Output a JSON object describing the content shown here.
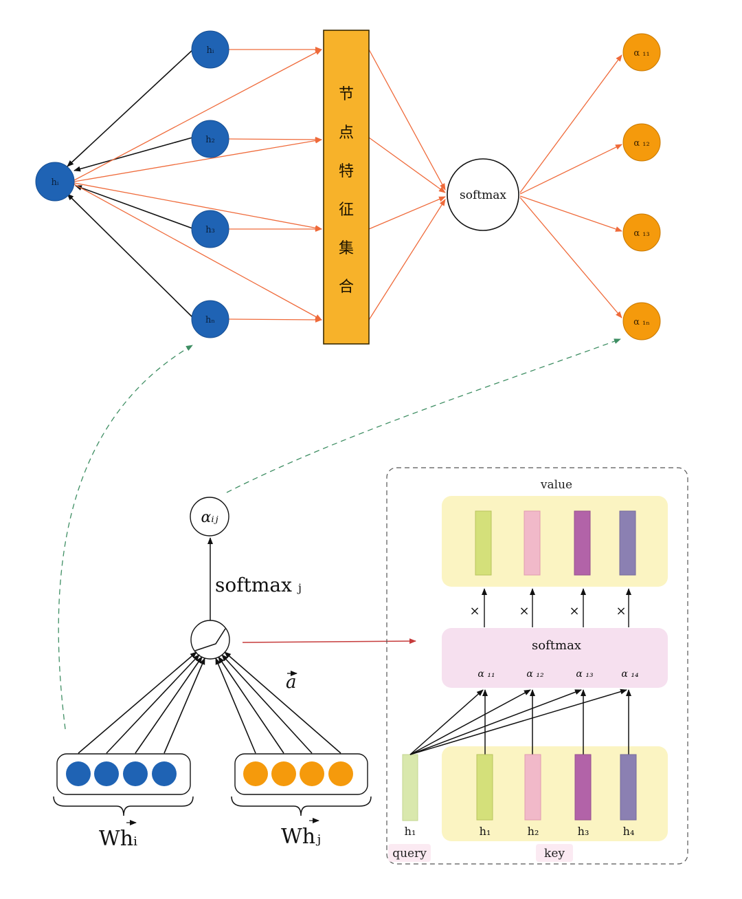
{
  "top": {
    "center_node": "hᵢ",
    "neighbors": [
      "hᵢ",
      "h₂",
      "h₃",
      "hₙ"
    ],
    "feature_box_label": [
      "节",
      "点",
      "特",
      "征",
      "集",
      "合"
    ],
    "softmax_label": "softmax",
    "outputs": [
      "α ₁₁",
      "α ₁₂",
      "α ₁₃",
      "α ₁ₙ"
    ]
  },
  "bottom_left": {
    "alpha_label": "αᵢⱼ",
    "softmax_label": "softmax",
    "softmax_sub": "j",
    "a_label": "a",
    "wh_i_label": "Whᵢ",
    "wh_j_label": "Whⱼ"
  },
  "bottom_right": {
    "value_label": "value",
    "softmax_label": "softmax",
    "alphas": [
      "α ₁₁",
      "α ₁₂",
      "α ₁₃",
      "α ₁₄"
    ],
    "times": [
      "×",
      "×",
      "×",
      "×"
    ],
    "query_label": "query",
    "key_label": "key",
    "h_query": "h₁",
    "h_keys": [
      "h₁",
      "h₂",
      "h₃",
      "h₄"
    ]
  },
  "colors": {
    "blue": "#1f63b4",
    "orange": "#f59a0c",
    "feature_box": "#f7b22a",
    "edge_orange": "#ef6a3a",
    "value_bg": "#fbf4c2",
    "softmax_bg": "#f6e0ef",
    "bar_green": "#d4e07a",
    "bar_pink": "#f1b9c9",
    "bar_purple": "#b263a8",
    "bar_lavender": "#8b80b2",
    "query_green": "#d9e8ad",
    "dashed_green": "#3e8e63",
    "red_arrow": "#c63b3b"
  }
}
